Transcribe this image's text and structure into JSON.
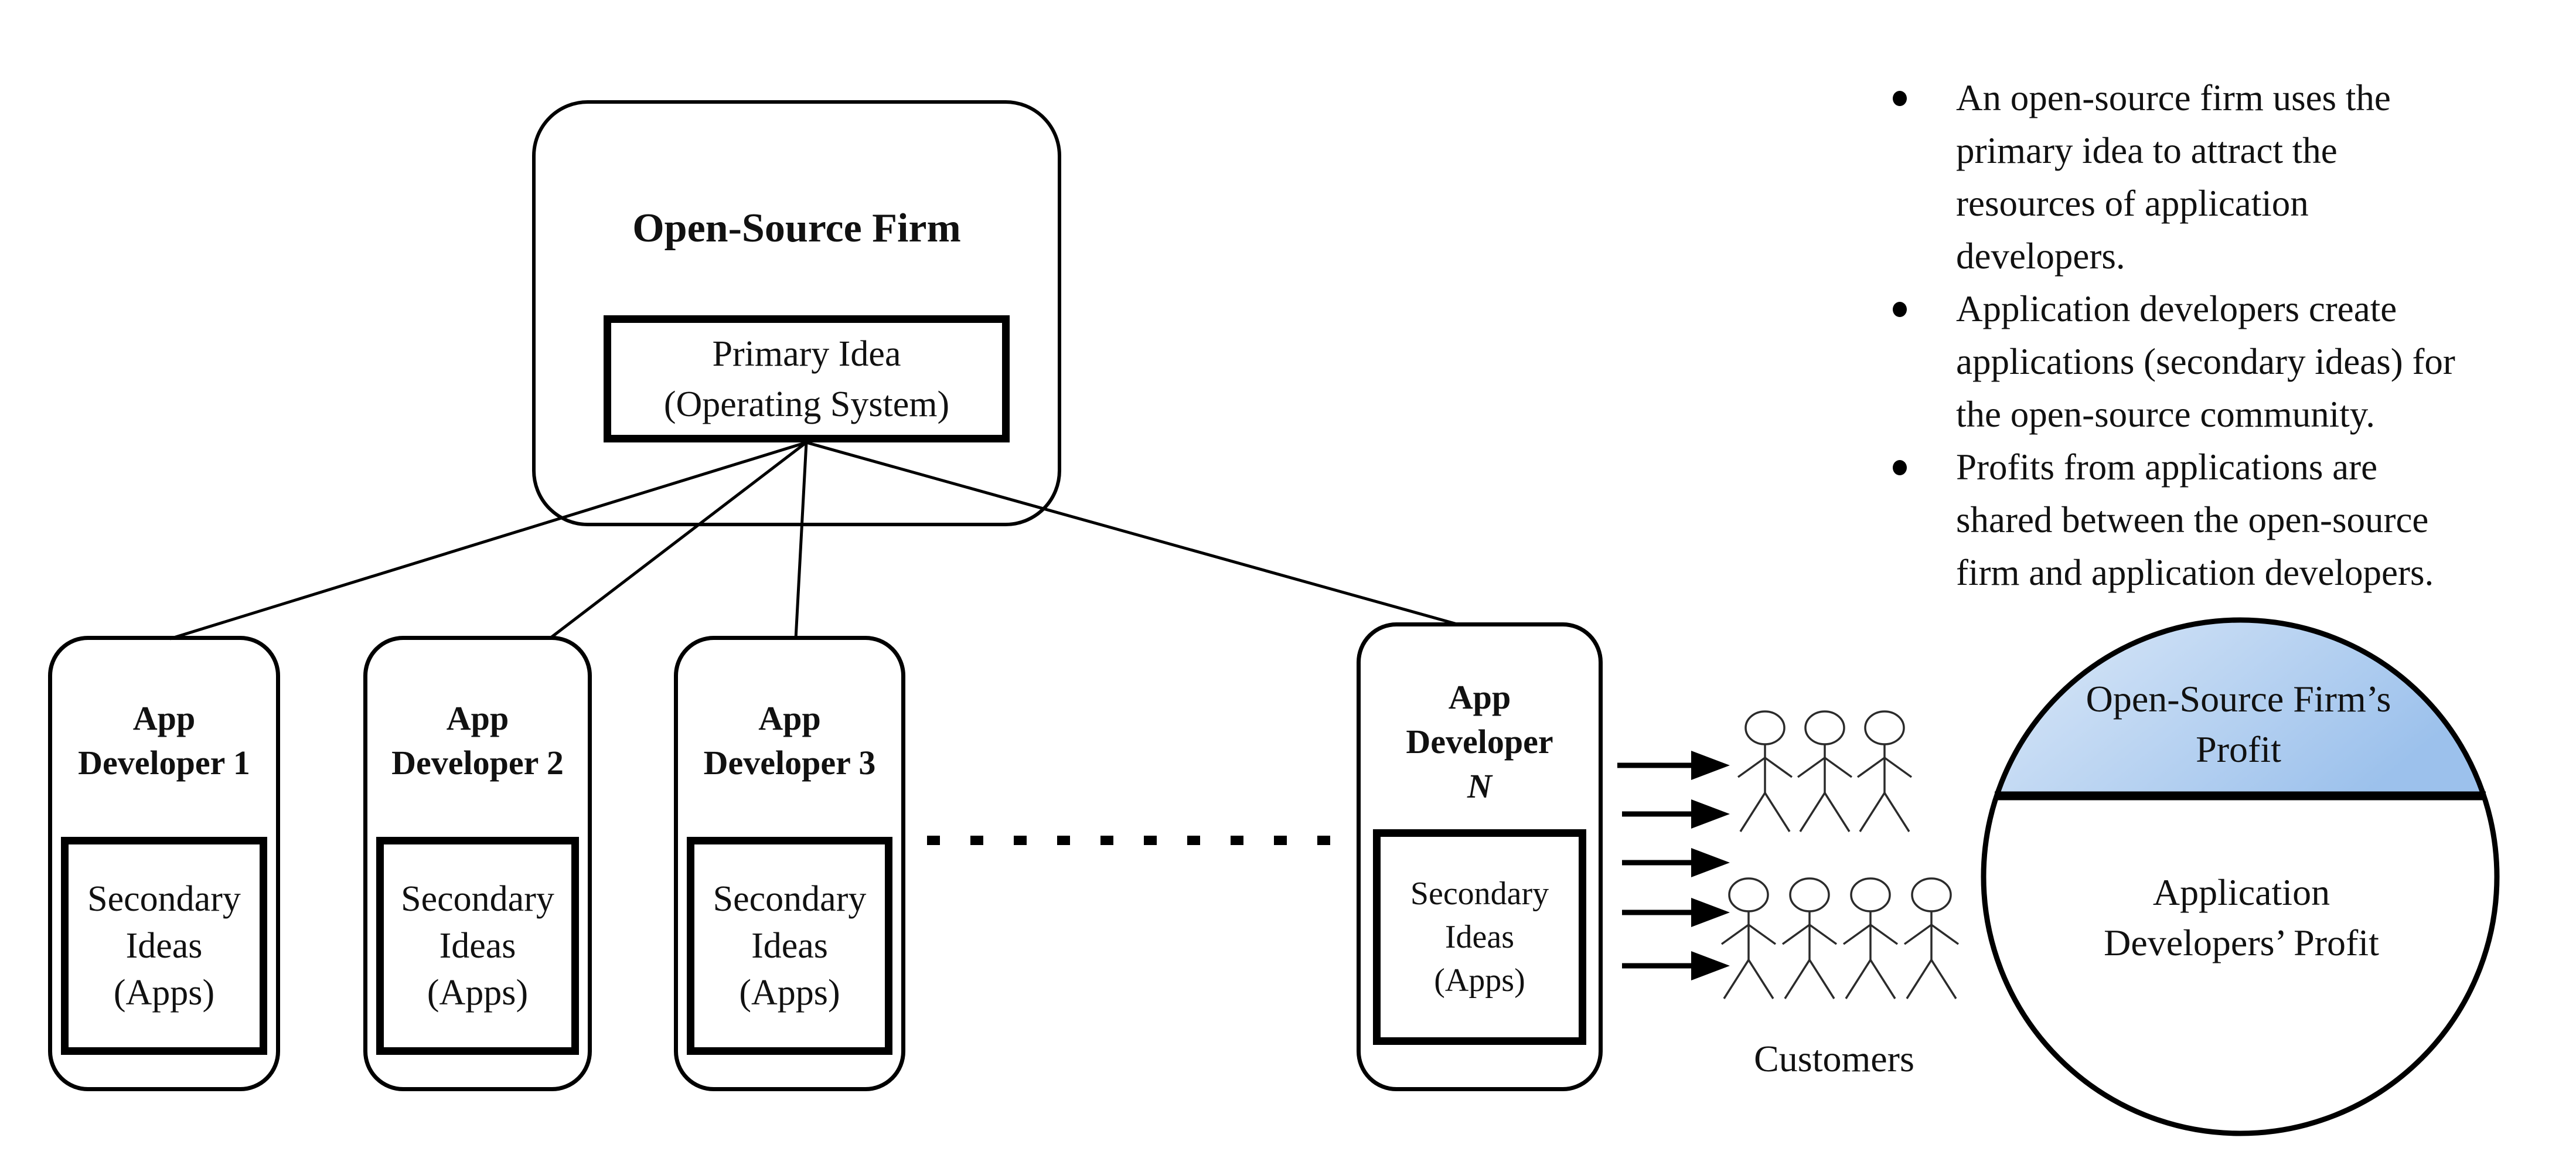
{
  "figure": {
    "firm": {
      "title": "Open-Source Firm",
      "primary_idea": "Primary Idea\n(Operating System)"
    },
    "developers": [
      {
        "title": "App\nDeveloper 1",
        "suffix": "",
        "secondary": "Secondary\nIdeas\n(Apps)"
      },
      {
        "title": "App\nDeveloper 2",
        "suffix": "",
        "secondary": "Secondary\nIdeas\n(Apps)"
      },
      {
        "title": "App\nDeveloper 3",
        "suffix": "",
        "secondary": "Secondary\nIdeas\n(Apps)"
      },
      {
        "title": "App\nDeveloper",
        "suffix": "N",
        "secondary": "Secondary\nIdeas\n(Apps)"
      }
    ],
    "customers": {
      "label": "Customers",
      "rows": [
        3,
        4
      ]
    },
    "pie": {
      "top_label": "Open-Source Firm’s\nProfit",
      "bottom_label": "Application\nDevelopers’ Profit",
      "top_fill_start": "#dce9f8",
      "top_fill_end": "#9cc1ec",
      "outline_color": "#000000"
    },
    "bullets": [
      "An open-source firm uses the\nprimary idea to attract the\nresources of application\ndevelopers.",
      "Application developers create\napplications (secondary ideas) for\nthe open-source community.",
      "Profits from applications are\nshared between the open-source\nfirm and application developers."
    ]
  }
}
